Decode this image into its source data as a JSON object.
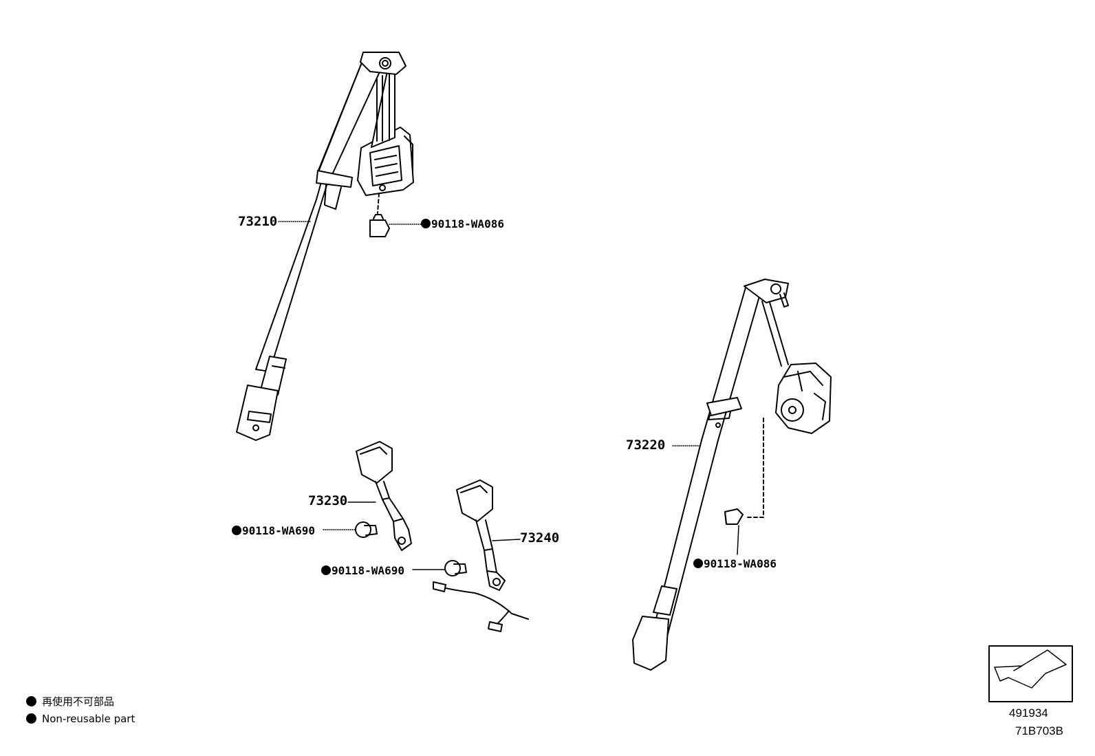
{
  "parts": [
    {
      "id": "p73210",
      "label": "73210"
    },
    {
      "id": "p73220",
      "label": "73220"
    },
    {
      "id": "p73230",
      "label": "73230"
    },
    {
      "id": "p73240",
      "label": "73240"
    },
    {
      "id": "bolt1",
      "label": "90118-WA086"
    },
    {
      "id": "bolt2",
      "label": "90118-WA086"
    },
    {
      "id": "bolt3",
      "label": "90118-WA690"
    },
    {
      "id": "bolt4",
      "label": "90118-WA690"
    }
  ],
  "legend": {
    "jp": "再使用不可部品",
    "en": "Non-reusable part"
  },
  "reference": {
    "figure_number": "491934",
    "code": "71B703B"
  }
}
